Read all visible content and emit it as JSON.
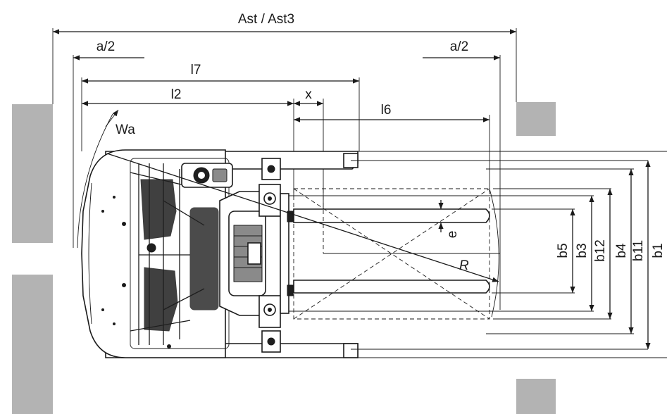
{
  "colors": {
    "ink": "#1a1a1a",
    "wall": "#b3b3b3",
    "background": "#ffffff"
  },
  "labels": {
    "ast": "Ast / Ast3",
    "a2_left": "a/2",
    "a2_right": "a/2",
    "l7": "l7",
    "l2": "l2",
    "x": "x",
    "l6": "l6",
    "wa": "Wa",
    "e": "e",
    "r": "R",
    "b5": "b5",
    "b3": "b3",
    "b12": "b12",
    "b4": "b4",
    "b11": "b11",
    "b1": "b1"
  }
}
